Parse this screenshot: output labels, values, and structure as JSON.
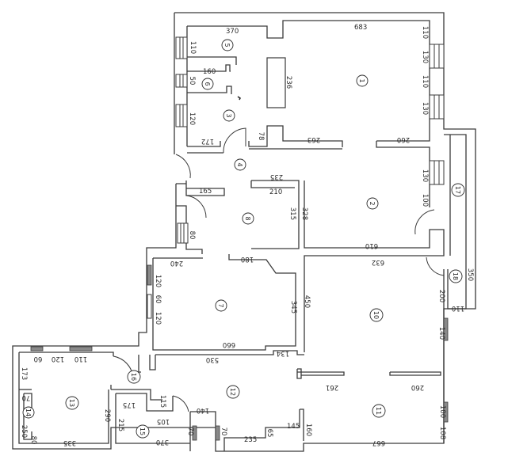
{
  "diagram": {
    "type": "architectural floor plan",
    "rooms": [
      {
        "id": "1",
        "label": "1"
      },
      {
        "id": "2",
        "label": "2"
      },
      {
        "id": "3",
        "label": "3"
      },
      {
        "id": "4",
        "label": "4"
      },
      {
        "id": "5",
        "label": "5"
      },
      {
        "id": "6",
        "label": "6"
      },
      {
        "id": "7",
        "label": "7"
      },
      {
        "id": "8",
        "label": "8"
      },
      {
        "id": "10",
        "label": "10"
      },
      {
        "id": "11",
        "label": "11"
      },
      {
        "id": "12",
        "label": "12"
      },
      {
        "id": "13",
        "label": "13"
      },
      {
        "id": "14",
        "label": "14"
      },
      {
        "id": "15",
        "label": "15"
      },
      {
        "id": "16",
        "label": "16"
      },
      {
        "id": "17",
        "label": "17"
      },
      {
        "id": "18",
        "label": "18"
      }
    ],
    "dimensions": {
      "r5_top": "370",
      "r5_left": "110",
      "r6_top": "160",
      "r6_left": "50",
      "r3_left": "120",
      "r3_bottom": "172",
      "column": "236",
      "r1_stub": "78",
      "r1_bottom_left": "263",
      "r1_top": "683",
      "r1_right_1": "110",
      "r1_right_2": "130",
      "r1_right_3": "110",
      "r1_right_4": "130",
      "r2_top": "260",
      "r2_right_1": "130",
      "r2_right_2": "100",
      "r2_bottom": "610",
      "r4_left": "165",
      "r8_top_outer": "235",
      "r8_top": "210",
      "r8_right": "315",
      "r2_left": "328",
      "r8_left_win": "80",
      "r7_top_left": "240",
      "r7_top_right": "180",
      "r7_left_1": "120",
      "r7_left_2": "60",
      "r7_left_3": "120",
      "r7_right": "345",
      "r7_bottom": "660",
      "r10_left": "450",
      "r10_top": "632",
      "r18_right": "350",
      "r10_right_1": "200",
      "r18_bottom": "110",
      "r10_right_2": "140",
      "r12_top": "530",
      "r12_step": "134",
      "r11_wall_left": "261",
      "r11_wall_right": "260",
      "r11_right_1": "100",
      "r11_right_2": "108",
      "r11_left": "160",
      "r11_bottom": "667",
      "r12_step_h": "145",
      "r12_step_v": "65",
      "r12_bottom": "235",
      "r12_door_left": "70",
      "r12_door_right": "70",
      "r12_niche": "140",
      "r15_top": "175",
      "r15_stub": "115",
      "r15_top_right": "105",
      "r15_left": "215",
      "r15_bottom": "370",
      "r13_top_1": "60",
      "r13_top_2": "120",
      "r13_top_3": "110",
      "r13_left": "173",
      "r14_top": "70",
      "r14_left": "250",
      "r13_bottom_left": "80",
      "r13_bottom": "335",
      "r13_right": "290"
    }
  }
}
